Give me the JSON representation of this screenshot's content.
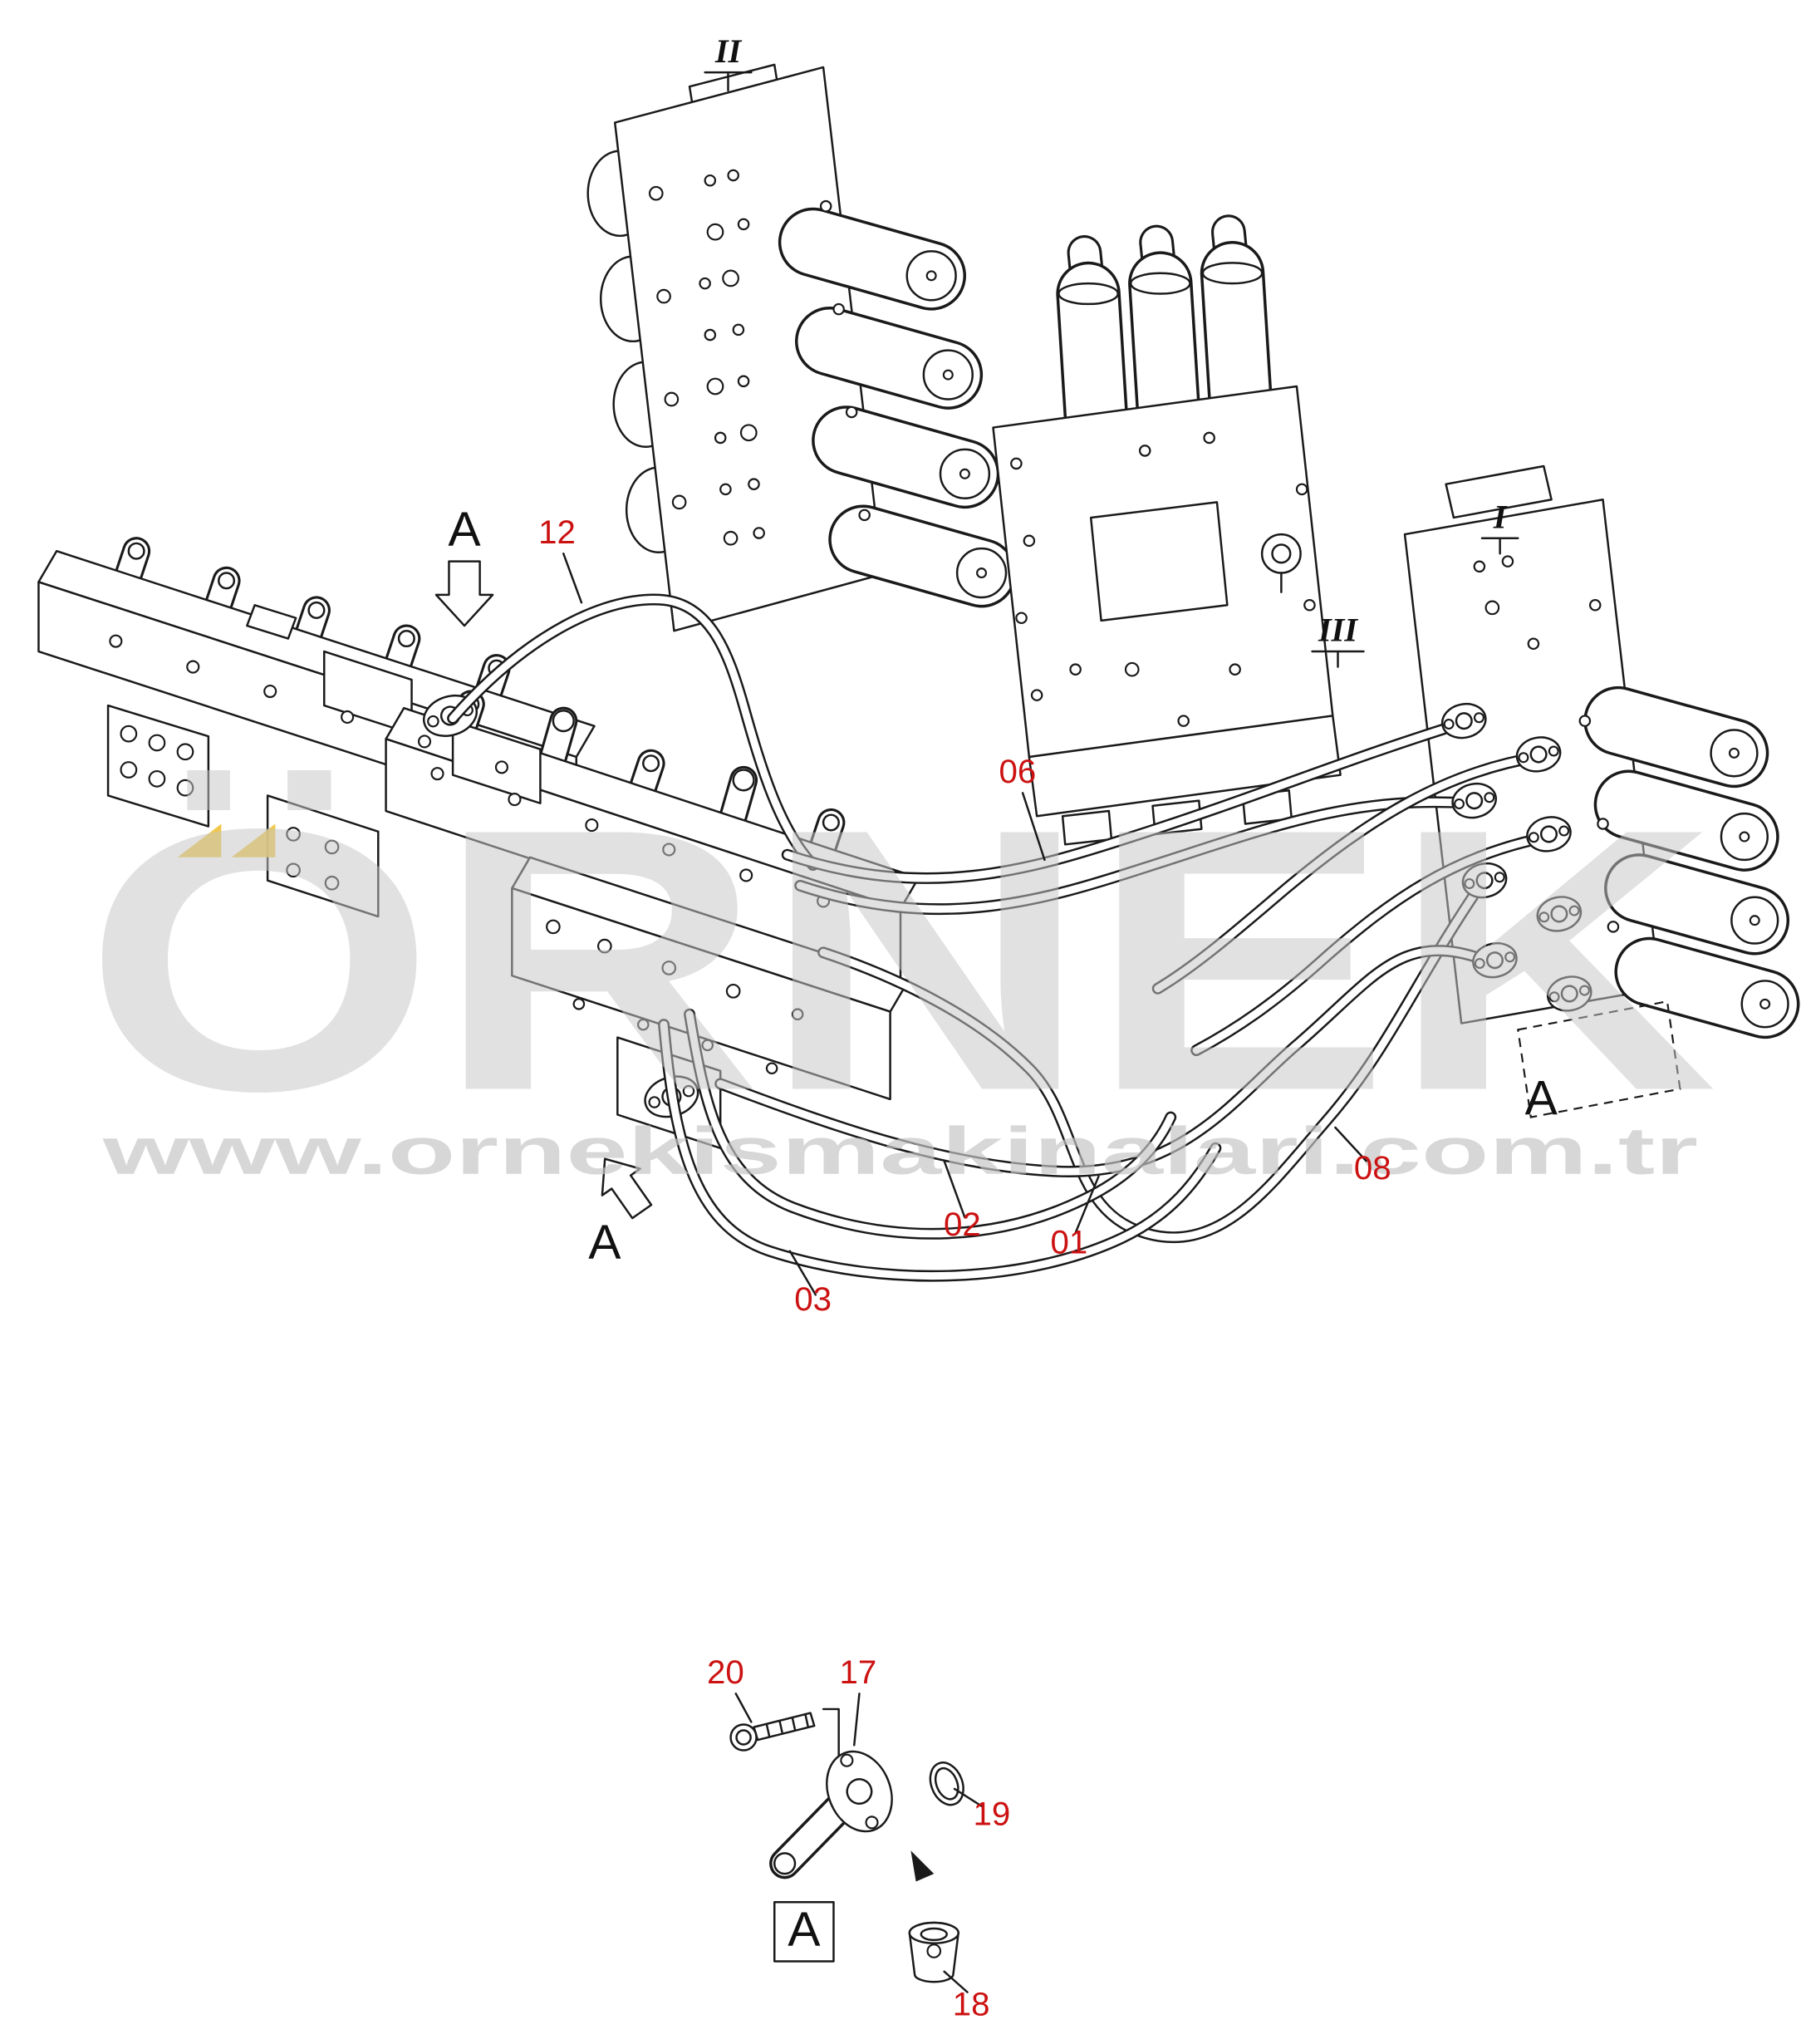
{
  "diagram": {
    "type": "parts-diagram",
    "subject": "Hydraulic control valve piping exploded view",
    "detail_view": "A"
  },
  "colors": {
    "background": "#ffffff",
    "line": "#1a1a1a",
    "callout_red": "#cc1111",
    "watermark_gray": "#c6c6c6",
    "watermark_yellow": "#f0c23a"
  },
  "watermark": {
    "brand": "ÖRNEK",
    "url": "www.ornekismakinalari.com.tr"
  },
  "numerals": {
    "top_block": "II",
    "center_block": "III",
    "right_block": "I"
  },
  "markers": {
    "section": "A"
  },
  "callouts": {
    "pipe12": "12",
    "pipe06": "06",
    "pipe08": "08",
    "pipe01": "01",
    "pipe02": "02",
    "pipe03": "03",
    "bolt20": "20",
    "flange17": "17",
    "oring19": "19",
    "plug18": "18"
  }
}
